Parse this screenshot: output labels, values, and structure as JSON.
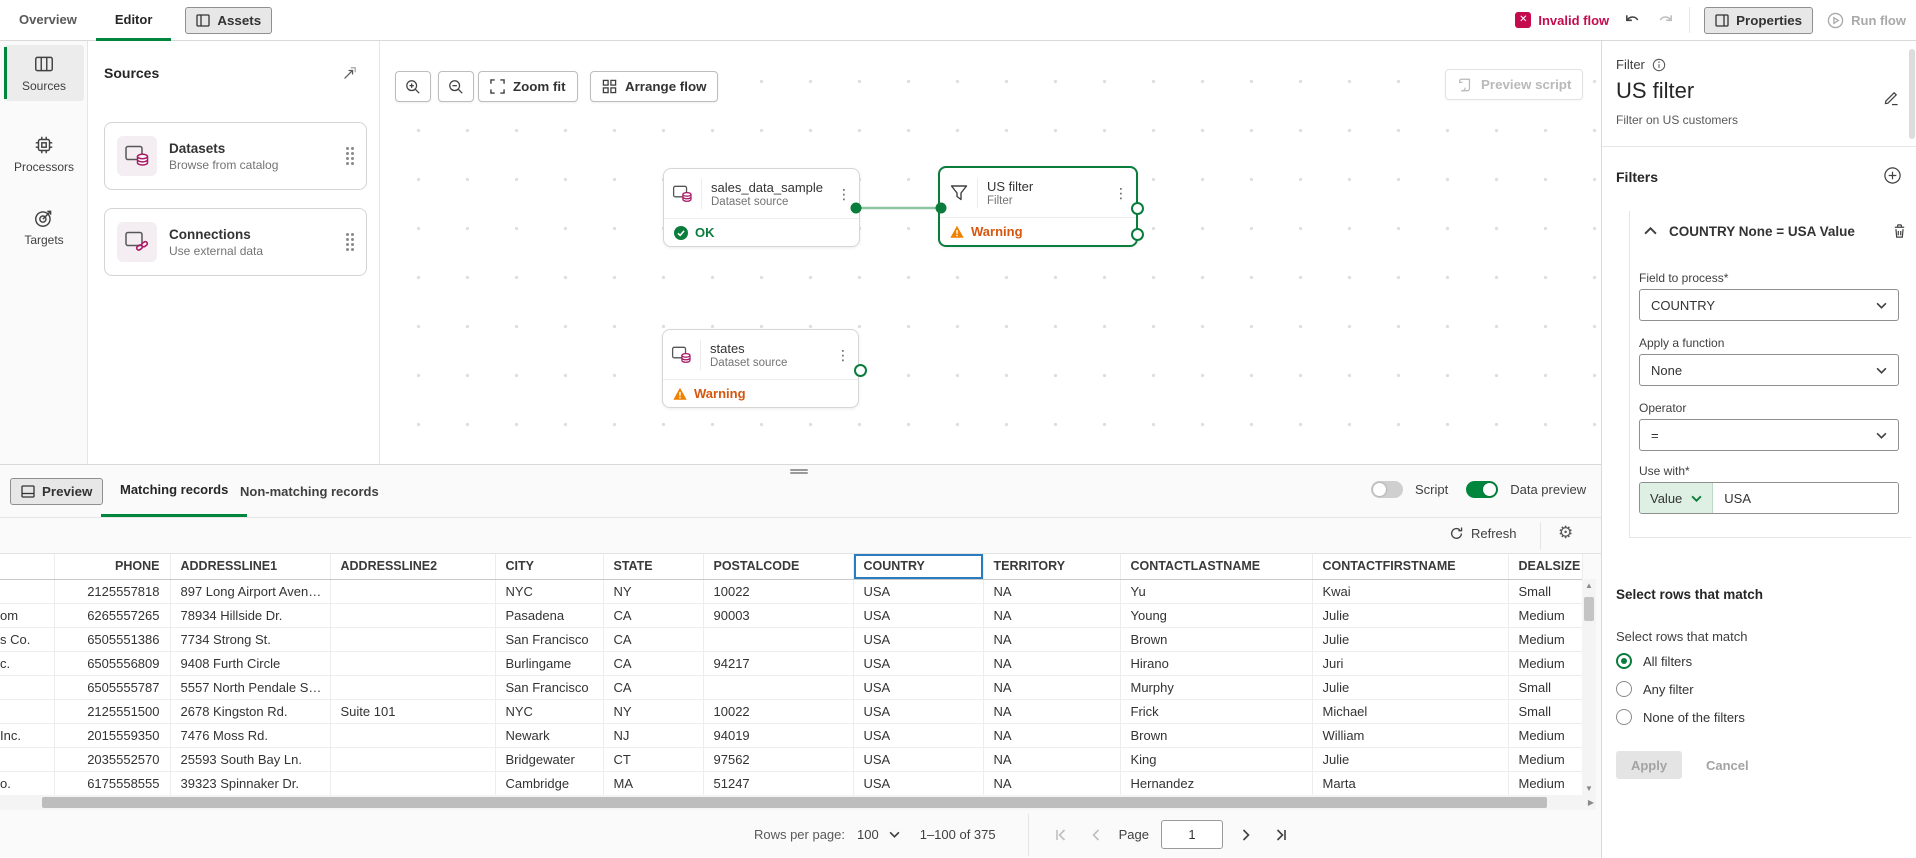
{
  "topbar": {
    "tabs": [
      {
        "label": "Overview",
        "active": false
      },
      {
        "label": "Editor",
        "active": true
      }
    ],
    "assets_label": "Assets",
    "invalid_flow_label": "Invalid flow",
    "properties_label": "Properties",
    "run_flow_label": "Run flow"
  },
  "left_rail": {
    "items": [
      {
        "label": "Sources",
        "active": true
      },
      {
        "label": "Processors",
        "active": false
      },
      {
        "label": "Targets",
        "active": false
      }
    ]
  },
  "sources_panel": {
    "title": "Sources",
    "cards": [
      {
        "title": "Datasets",
        "subtitle": "Browse from catalog"
      },
      {
        "title": "Connections",
        "subtitle": "Use external data"
      }
    ]
  },
  "canvas": {
    "toolbar": {
      "zoom_fit_label": "Zoom fit",
      "arrange_flow_label": "Arrange flow",
      "preview_script_label": "Preview script"
    },
    "nodes": [
      {
        "title": "sales_data_sample",
        "subtitle": "Dataset source",
        "status": "OK"
      },
      {
        "title": "US filter",
        "subtitle": "Filter",
        "status": "Warning",
        "selected": true
      },
      {
        "title": "states",
        "subtitle": "Dataset source",
        "status": "Warning"
      }
    ]
  },
  "preview": {
    "preview_button_label": "Preview",
    "tabs": [
      {
        "label": "Matching records",
        "active": true
      },
      {
        "label": "Non-matching records",
        "active": false
      }
    ],
    "script_label": "Script",
    "data_preview_label": "Data preview",
    "refresh_label": "Refresh",
    "table": {
      "columns": [
        "",
        "PHONE",
        "ADDRESSLINE1",
        "ADDRESSLINE2",
        "CITY",
        "STATE",
        "POSTALCODE",
        "COUNTRY",
        "TERRITORY",
        "CONTACTLASTNAME",
        "CONTACTFIRSTNAME",
        "DEALSIZE"
      ],
      "selected_column": "COUNTRY",
      "numeric_columns": [
        "PHONE"
      ],
      "rows": [
        [
          "",
          "2125557818",
          "897 Long Airport Aven…",
          "",
          "NYC",
          "NY",
          "10022",
          "USA",
          "NA",
          "Yu",
          "Kwai",
          "Small"
        ],
        [
          "om",
          "6265557265",
          "78934 Hillside Dr.",
          "",
          "Pasadena",
          "CA",
          "90003",
          "USA",
          "NA",
          "Young",
          "Julie",
          "Medium"
        ],
        [
          "s Co.",
          "6505551386",
          "7734 Strong St.",
          "",
          "San Francisco",
          "CA",
          "",
          "USA",
          "NA",
          "Brown",
          "Julie",
          "Medium"
        ],
        [
          "c.",
          "6505556809",
          "9408 Furth Circle",
          "",
          "Burlingame",
          "CA",
          "94217",
          "USA",
          "NA",
          "Hirano",
          "Juri",
          "Medium"
        ],
        [
          "",
          "6505555787",
          "5557 North Pendale S…",
          "",
          "San Francisco",
          "CA",
          "",
          "USA",
          "NA",
          "Murphy",
          "Julie",
          "Small"
        ],
        [
          "",
          "2125551500",
          "2678 Kingston Rd.",
          "Suite 101",
          "NYC",
          "NY",
          "10022",
          "USA",
          "NA",
          "Frick",
          "Michael",
          "Small"
        ],
        [
          "Inc.",
          "2015559350",
          "7476 Moss Rd.",
          "",
          "Newark",
          "NJ",
          "94019",
          "USA",
          "NA",
          "Brown",
          "William",
          "Medium"
        ],
        [
          "",
          "2035552570",
          "25593 South Bay Ln.",
          "",
          "Bridgewater",
          "CT",
          "97562",
          "USA",
          "NA",
          "King",
          "Julie",
          "Medium"
        ],
        [
          "o.",
          "6175558555",
          "39323 Spinnaker Dr.",
          "",
          "Cambridge",
          "MA",
          "51247",
          "USA",
          "NA",
          "Hernandez",
          "Marta",
          "Medium"
        ]
      ]
    },
    "pagination": {
      "rows_per_page_label": "Rows per page:",
      "rows_per_page": "100",
      "range": "1–100 of 375",
      "page_label": "Page",
      "page": "1"
    }
  },
  "properties_panel": {
    "type_label": "Filter",
    "title": "US filter",
    "description": "Filter on US customers",
    "filters_heading": "Filters",
    "filter_item": {
      "summary": "COUNTRY None = USA Value"
    },
    "fields": [
      {
        "label": "Field to process*",
        "value": "COUNTRY"
      },
      {
        "label": "Apply a function",
        "value": "None"
      },
      {
        "label": "Operator",
        "value": "="
      }
    ],
    "use_with": {
      "label": "Use with*",
      "selector": "Value",
      "value": "USA"
    },
    "match_heading": "Select rows that match",
    "match_label": "Select rows that match",
    "radio_options": [
      {
        "label": "All filters",
        "selected": true
      },
      {
        "label": "Any filter",
        "selected": false
      },
      {
        "label": "None of the filters",
        "selected": false
      }
    ],
    "apply_label": "Apply",
    "cancel_label": "Cancel"
  },
  "icons": {
    "gear": "⚙",
    "kebab": "⋮",
    "x_mark": "✕",
    "up_arrow": "▲",
    "down_arrow": "▼",
    "right_arrow": "▶"
  }
}
